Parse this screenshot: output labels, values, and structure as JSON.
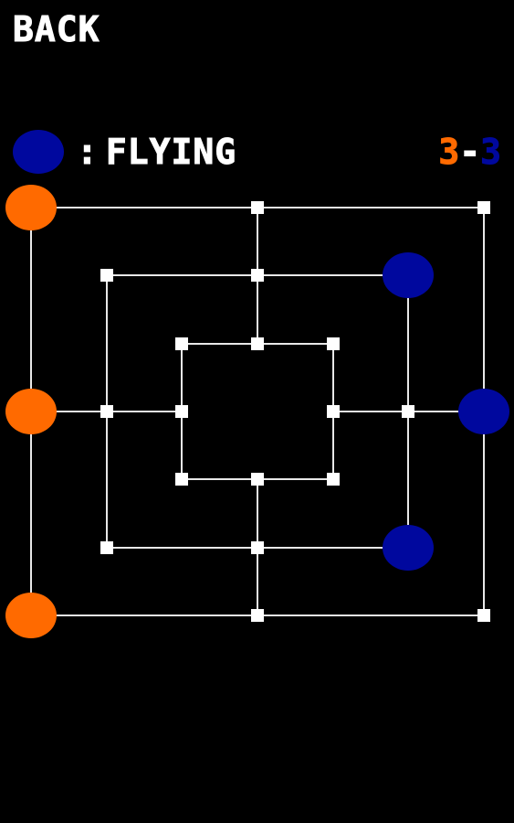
{
  "header": {
    "back_label": "BACK"
  },
  "status": {
    "turn_player": "blue",
    "turn_separator": ":",
    "turn_phase": "FLYING"
  },
  "score": {
    "orange": "3",
    "separator": "-",
    "blue": "3"
  },
  "colors": {
    "background": "#000000",
    "text": "#ffffff",
    "line": "#e8e8e8",
    "node": "#ffffff",
    "orange": "#ff6a00",
    "blue": "#00089e"
  },
  "board": {
    "rings": 3,
    "pieces": [
      {
        "ring": 0,
        "pos": "top-left",
        "color": "orange"
      },
      {
        "ring": 0,
        "pos": "mid-left",
        "color": "orange"
      },
      {
        "ring": 0,
        "pos": "bottom-left",
        "color": "orange"
      },
      {
        "ring": 0,
        "pos": "mid-right",
        "color": "blue"
      },
      {
        "ring": 1,
        "pos": "top-right",
        "color": "blue"
      },
      {
        "ring": 1,
        "pos": "bottom-right",
        "color": "blue"
      }
    ]
  }
}
